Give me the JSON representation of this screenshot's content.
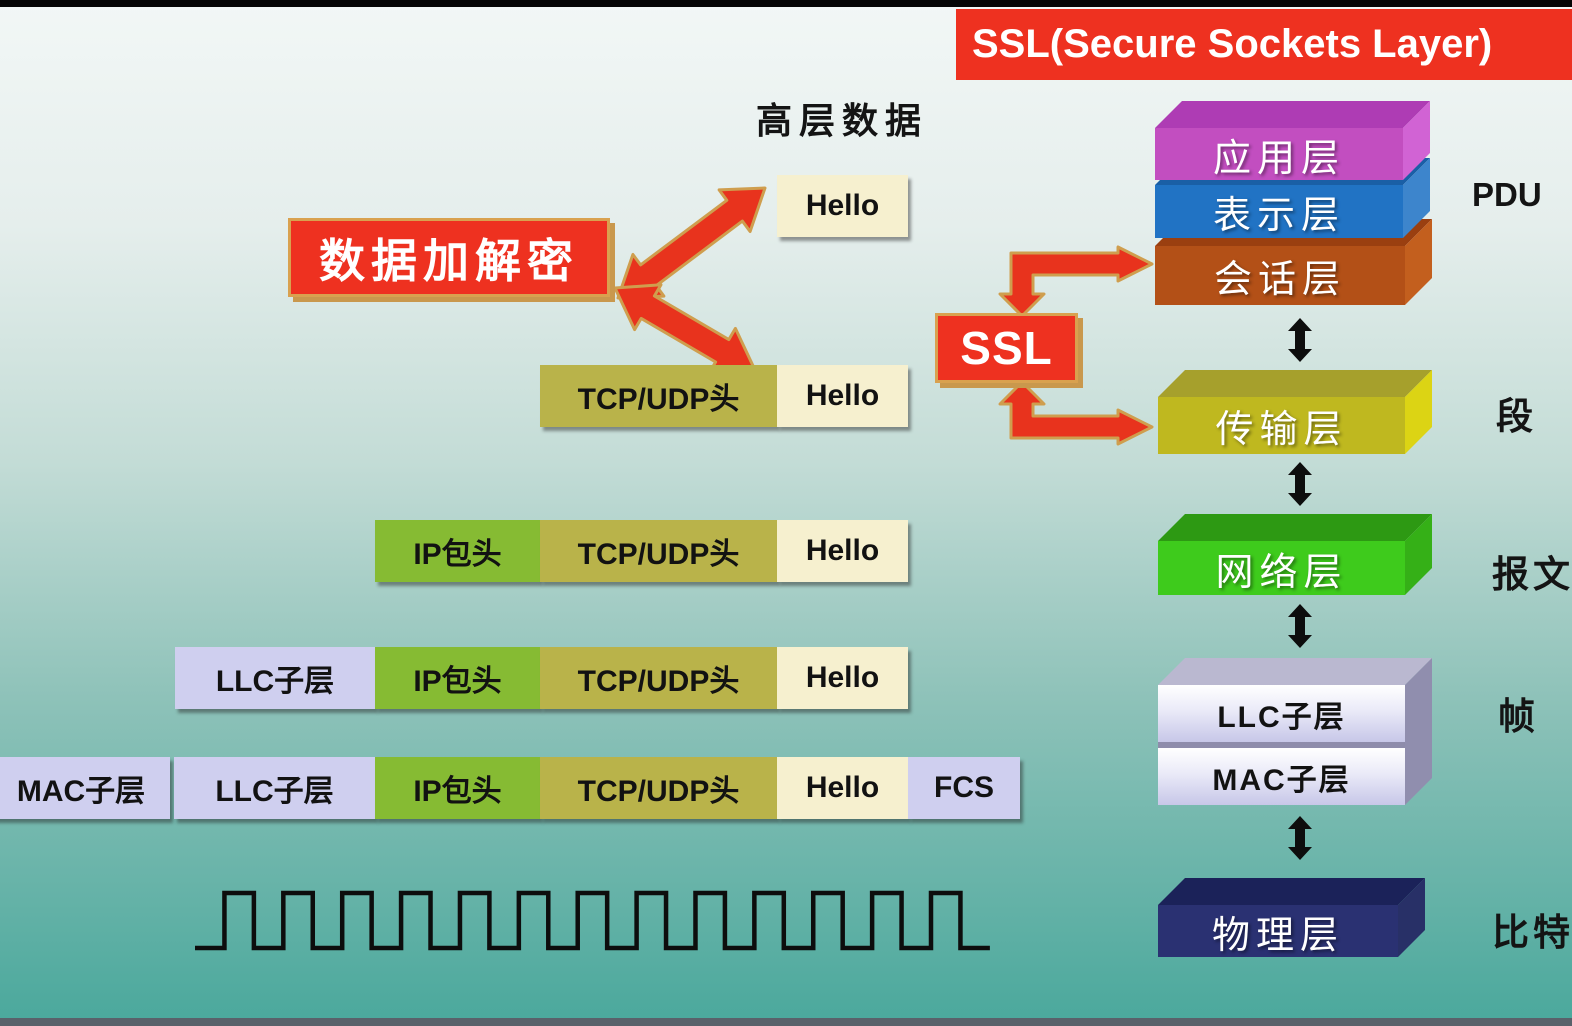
{
  "banner": {
    "title": "SSL(Secure Sockets Layer)"
  },
  "labels": {
    "high_layer_data": "高层数据",
    "encryption": "数据加解密",
    "ssl": "SSL",
    "pdu": "PDU",
    "segment": "段",
    "packet": "报文",
    "frame": "帧",
    "bit": "比特"
  },
  "rows": [
    [
      {
        "label": "Hello"
      }
    ],
    [
      {
        "label": "TCP/UDP头"
      },
      {
        "label": "Hello"
      }
    ],
    [
      {
        "label": "IP包头"
      },
      {
        "label": "TCP/UDP头"
      },
      {
        "label": "Hello"
      }
    ],
    [
      {
        "label": "LLC子层"
      },
      {
        "label": "IP包头"
      },
      {
        "label": "TCP/UDP头"
      },
      {
        "label": "Hello"
      }
    ],
    [
      {
        "label": "MAC子层"
      },
      {
        "label": "LLC子层"
      },
      {
        "label": "IP包头"
      },
      {
        "label": "TCP/UDP头"
      },
      {
        "label": "Hello"
      },
      {
        "label": "FCS"
      }
    ]
  ],
  "osi": [
    {
      "label": "应用层"
    },
    {
      "label": "表示层"
    },
    {
      "label": "会话层"
    },
    {
      "label": "传输层"
    },
    {
      "label": "网络层"
    },
    {
      "label": "LLC子层"
    },
    {
      "label": "MAC子层"
    },
    {
      "label": "物理层"
    }
  ],
  "signal": {
    "pulses": 13
  },
  "colors": {
    "accent_red": "#ee3120",
    "arrow_outline": "#cf9e4e",
    "background_teal": "#4aa89c",
    "cell_data": "#f6f0cf",
    "cell_tcp": "#b9b34a",
    "cell_ip": "#86bb33",
    "cell_lavender": "#cfcfef",
    "layer_app": "#c24ec0",
    "layer_present": "#2173c4",
    "layer_session": "#b35017",
    "layer_transport": "#bfb81f",
    "layer_network": "#3ecb1c",
    "layer_physical": "#2a3172"
  }
}
